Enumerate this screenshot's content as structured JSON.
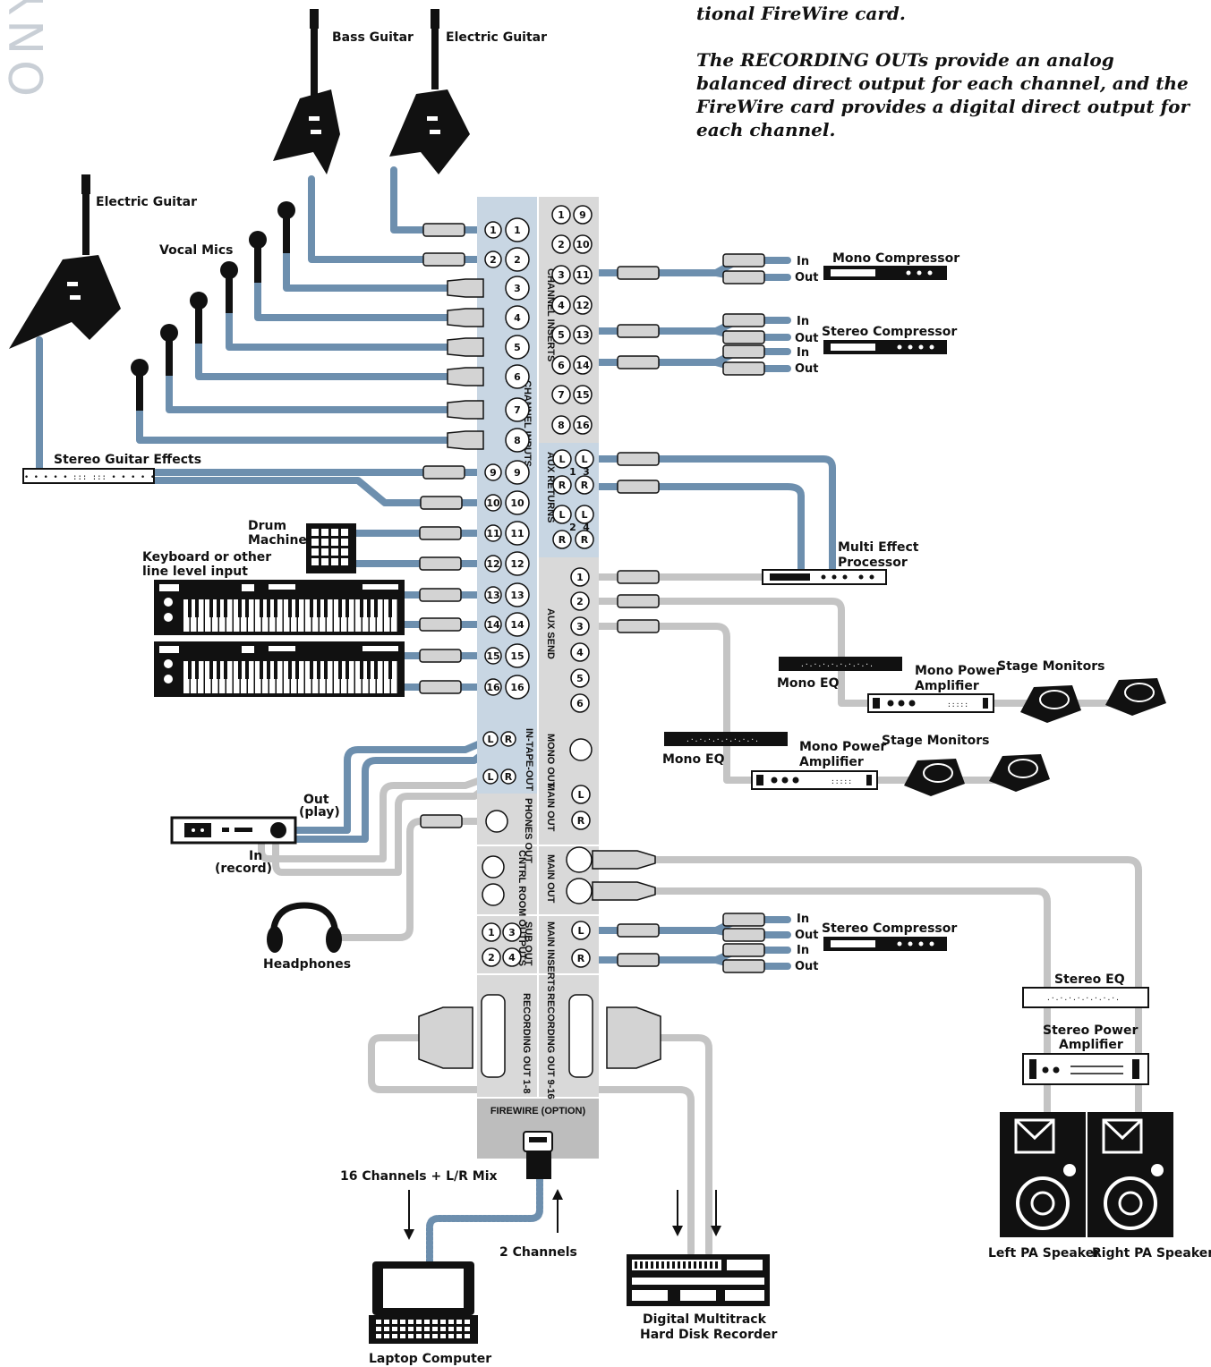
{
  "watermark": "ONY",
  "intro": {
    "line1": "tional FireWire card.",
    "para2": "The RECORDING OUTs provide an analog balanced direct output for each channel, and the FireWire card provides a digital direct output for each channel."
  },
  "panel": {
    "channel_inserts": "CHANNEL INSERTS",
    "channel_inputs": "CHANNEL INPUTS",
    "aux_returns": "AUX RETURNS",
    "aux_send": "AUX SEND",
    "in_tape_out": "IN-TAPE-OUT",
    "mono_out": "MONO OUT",
    "main_out": "MAIN OUT",
    "phones_out": "PHONES OUT",
    "ctrl_room_outputs": "CNTRL ROOM OUTPUTS",
    "main_out_xlr": "MAIN OUT",
    "sub_out": "SUB OUT",
    "main_inserts": "MAIN INSERTS",
    "recording_out_1_8": "RECORDING OUT 1-8",
    "recording_out_9_16": "RECORDING OUT 9-16",
    "firewire": "FIREWIRE (OPTION)",
    "inserts_left": [
      "1",
      "2",
      "3",
      "4",
      "5",
      "6",
      "7",
      "8"
    ],
    "inserts_right": [
      "9",
      "10",
      "11",
      "12",
      "13",
      "14",
      "15",
      "16"
    ],
    "inputs": [
      "1",
      "2",
      "3",
      "4",
      "5",
      "6",
      "7",
      "8",
      "9",
      "10",
      "11",
      "12",
      "13",
      "14",
      "15",
      "16"
    ],
    "aux_return_l": "L",
    "aux_return_r": "R",
    "aux_return_num_1": "1",
    "aux_return_num_2": "2",
    "aux_return_num_3": "3",
    "aux_return_num_4": "4",
    "aux_sends": [
      "1",
      "2",
      "3",
      "4",
      "5",
      "6"
    ],
    "sub_outs": [
      "1",
      "3",
      "2",
      "4"
    ]
  },
  "labels": {
    "bass_guitar": "Bass Guitar",
    "electric_guitar_top": "Electric Guitar",
    "electric_guitar_left": "Electric Guitar",
    "vocal_mics": "Vocal Mics",
    "stereo_guitar_effects": "Stereo Guitar Effects",
    "drum_machine_1": "Drum",
    "drum_machine_2": "Machine",
    "keyboard_1": "Keyboard or other",
    "keyboard_2": "line level input",
    "mono_compressor": "Mono Compressor",
    "stereo_compressor_top": "Stereo Compressor",
    "stereo_compressor_bottom": "Stereo Compressor",
    "in": "In",
    "out": "Out",
    "multi_effect_1": "Multi Effect",
    "multi_effect_2": "Processor",
    "mono_eq_1": "Mono EQ",
    "mono_eq_2": "Mono EQ",
    "mono_power_amp_1a": "Mono Power",
    "mono_power_amp_1b": "Amplifier",
    "mono_power_amp_2a": "Mono Power",
    "mono_power_amp_2b": "Amplifier",
    "stage_monitors_1": "Stage Monitors",
    "stage_monitors_2": "Stage Monitors",
    "tape_out_1": "Out",
    "tape_out_2": "(play)",
    "tape_in_1": "In",
    "tape_in_2": "(record)",
    "headphones": "Headphones",
    "stereo_eq": "Stereo EQ",
    "stereo_power_amp_1": "Stereo Power",
    "stereo_power_amp_2": "Amplifier",
    "left_pa": "Left PA Speaker",
    "right_pa": "Right PA Speaker",
    "channels_16": "16 Channels + L/R Mix",
    "channels_2": "2 Channels",
    "laptop": "Laptop Computer",
    "recorder_1": "Digital Multitrack",
    "recorder_2": "Hard Disk Recorder"
  }
}
